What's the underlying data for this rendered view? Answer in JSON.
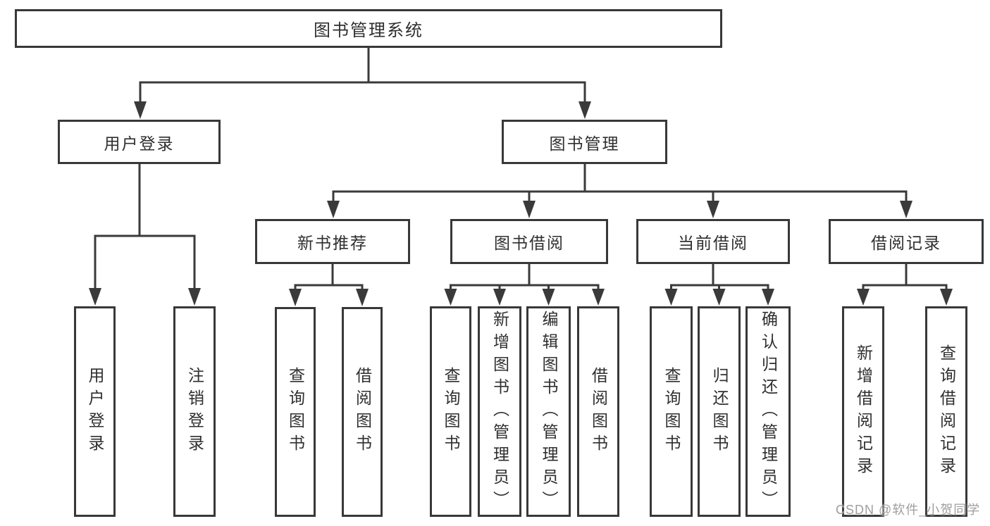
{
  "tree": {
    "root": {
      "label": "图书管理系统"
    },
    "branches": [
      {
        "label": "用户登录",
        "children": [
          {
            "label": "用户登录"
          },
          {
            "label": "注销登录"
          }
        ]
      },
      {
        "label": "图书管理",
        "children": [
          {
            "label": "新书推荐",
            "children": [
              {
                "label": "查询图书"
              },
              {
                "label": "借阅图书"
              }
            ]
          },
          {
            "label": "图书借阅",
            "children": [
              {
                "label": "查询图书"
              },
              {
                "label": "新增图书（管理员）"
              },
              {
                "label": "编辑图书（管理员）"
              },
              {
                "label": "借阅图书"
              }
            ]
          },
          {
            "label": "当前借阅",
            "children": [
              {
                "label": "查询图书"
              },
              {
                "label": "归还图书"
              },
              {
                "label": "确认归还（管理员）"
              }
            ]
          },
          {
            "label": "借阅记录",
            "children": [
              {
                "label": "新增借阅记录"
              },
              {
                "label": "查询借阅记录"
              }
            ]
          }
        ]
      }
    ]
  },
  "watermark": {
    "text": "CSDN @软件_小贺同学"
  },
  "colors": {
    "line": "#3a3a3a",
    "border": "#383838",
    "text": "#2f2f2f",
    "watermark": "#9e9e9e",
    "background": "#ffffff"
  }
}
